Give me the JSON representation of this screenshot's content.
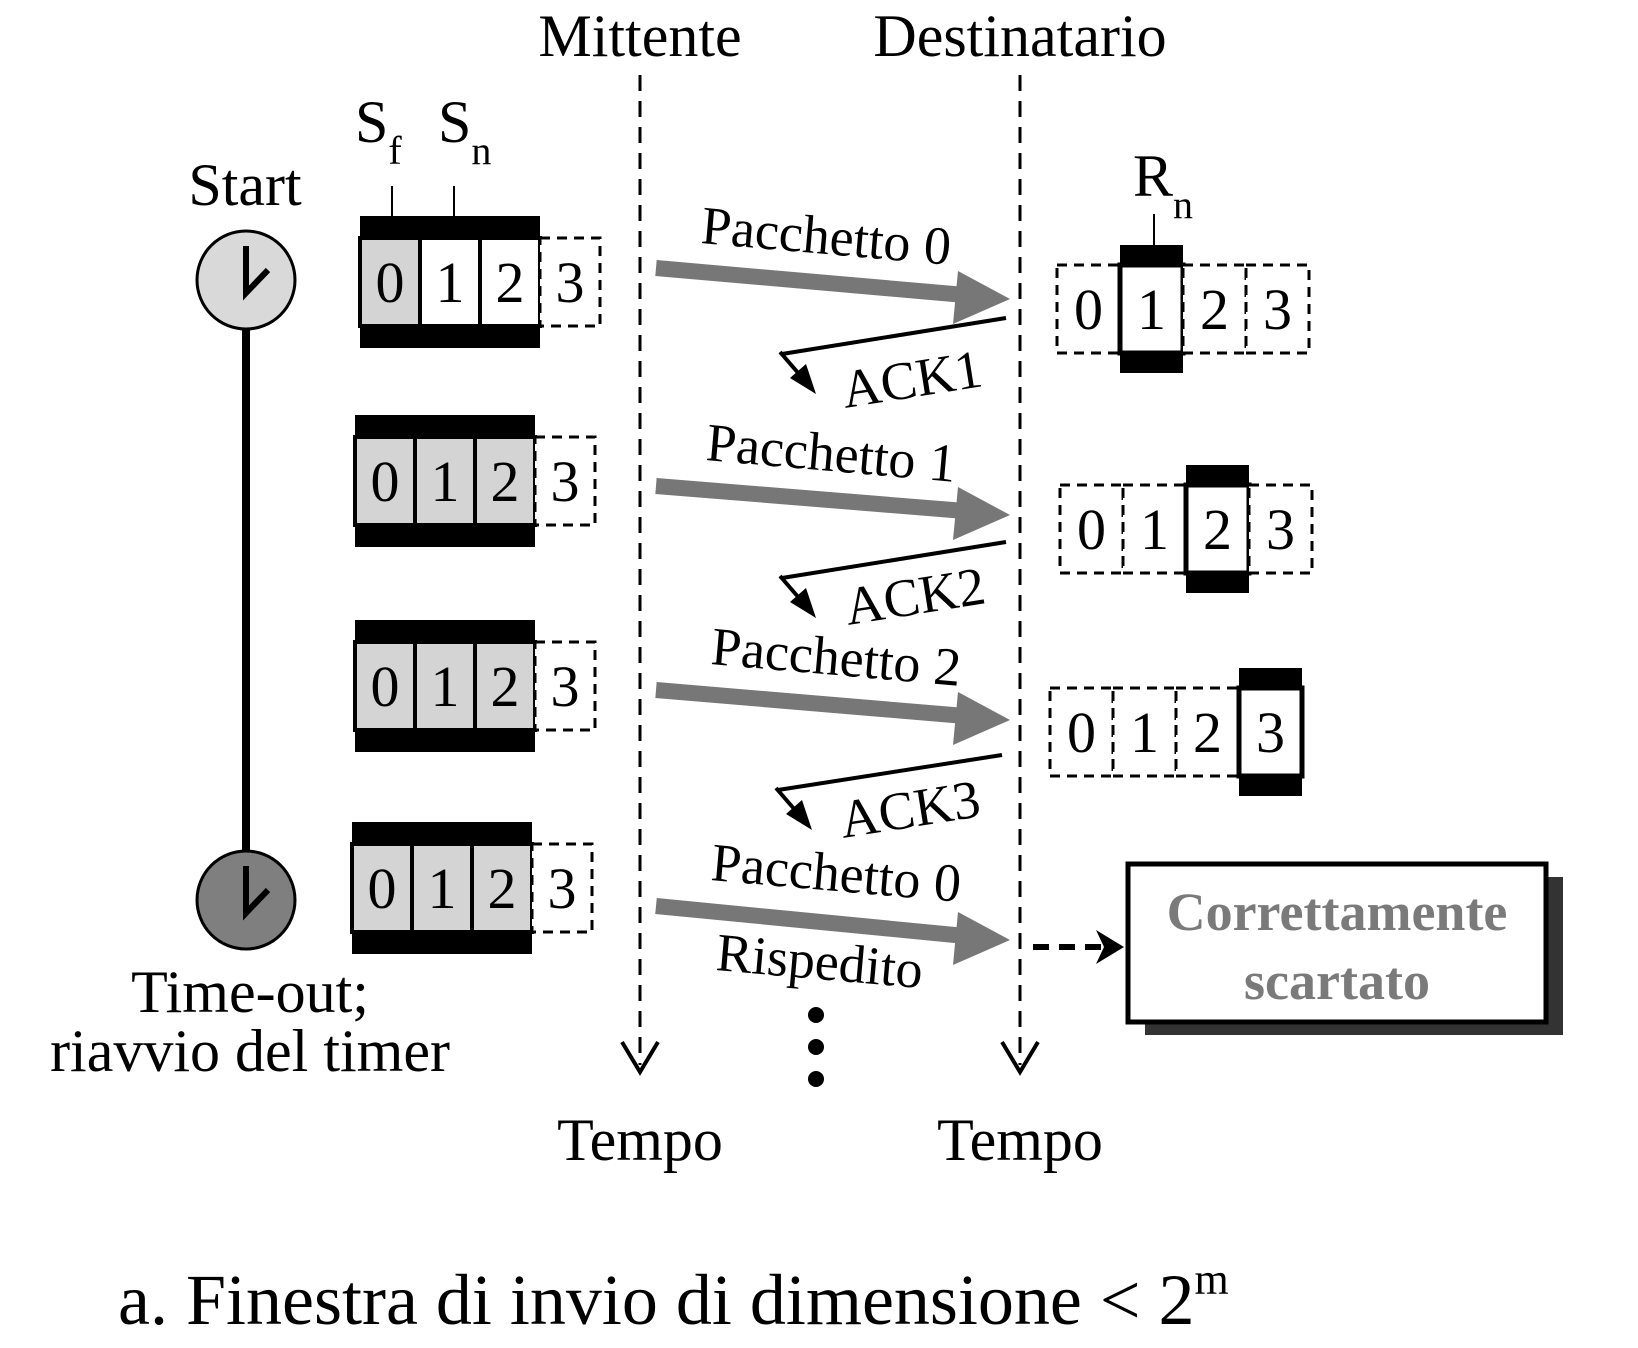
{
  "labels": {
    "sender": "Mittente",
    "receiver": "Destinatario",
    "time_sender": "Tempo",
    "time_receiver": "Tempo",
    "start": "Start",
    "timeout_line1": "Time-out;",
    "timeout_line2": "riavvio del timer",
    "sf_main": "S",
    "sf_sub": "f",
    "sn_main": "S",
    "sn_sub": "n",
    "rn_main": "R",
    "rn_sub": "n",
    "caption_main": "a. Finestra di invio di dimensione < 2",
    "caption_sup": "m"
  },
  "sequence_numbers": [
    "0",
    "1",
    "2",
    "3"
  ],
  "packets": [
    {
      "label": "Pacchetto 0",
      "ack": "ACK1",
      "sender_acked_cells": 1,
      "receiver_expected": 1
    },
    {
      "label": "Pacchetto 1",
      "ack": "ACK2",
      "sender_acked_cells": 3,
      "receiver_expected": 2
    },
    {
      "label": "Pacchetto 2",
      "ack": "ACK3",
      "sender_acked_cells": 3,
      "receiver_expected": 3
    },
    {
      "label": "Pacchetto 0",
      "label2": "Rispedito",
      "sender_acked_cells": 3
    }
  ],
  "result_box": {
    "line1": "Correttamente",
    "line2": "scartato"
  },
  "colors": {
    "acked_cell": "#d4d4d4",
    "packet_arrow": "#777777",
    "clock_start": "#d9d9d9",
    "clock_timeout": "#7f7f7f",
    "box_text": "#7a7a7a"
  }
}
